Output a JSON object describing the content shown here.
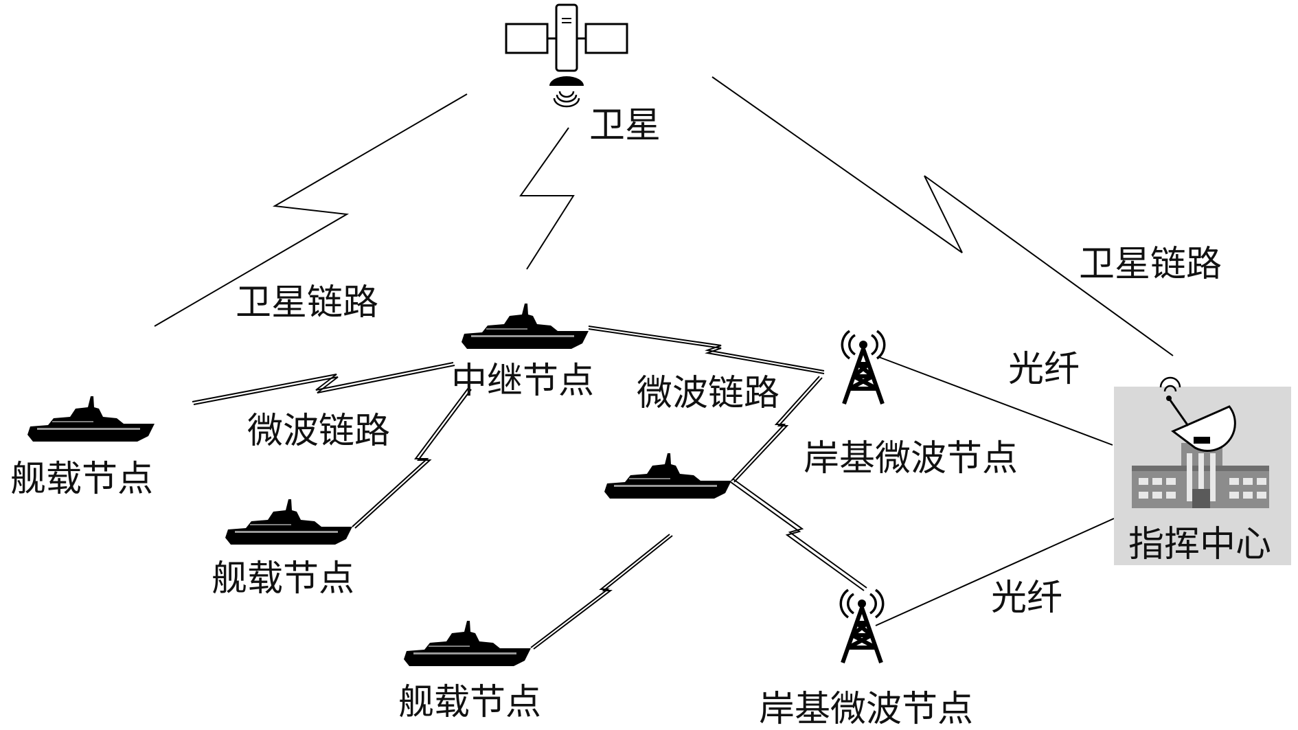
{
  "colors": {
    "stroke": "#000000",
    "command_bg": "#d8d8d8",
    "building": "#8a8a8a",
    "building_dark": "#6e6e6e"
  },
  "satellite": {
    "label": "卫星",
    "icon": "satellite-icon"
  },
  "links": {
    "sat_left": "卫星链路",
    "sat_right": "卫星链路",
    "mw_left": "微波链路",
    "mw_right": "微波链路",
    "fiber_top": "光纤",
    "fiber_bottom": "光纤"
  },
  "nodes": {
    "relay": "中继节点",
    "ship_left": "舰载节点",
    "ship_mid": "舰载节点",
    "ship_bottom": "舰载节点",
    "shore_top": "岸基微波节点",
    "shore_bottom": "岸基微波节点",
    "command": "指挥中心"
  },
  "icons": {
    "ship": "ship-icon",
    "tower": "radio-tower-icon",
    "command": "command-center-icon"
  }
}
